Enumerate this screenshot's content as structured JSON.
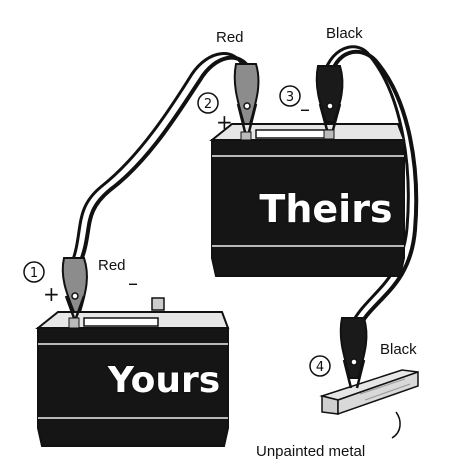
{
  "labels": {
    "red_top": "Red",
    "black_top": "Black",
    "red_left": "Red",
    "black_bottom": "Black",
    "unpainted_metal": "Unpainted metal"
  },
  "batteries": {
    "yours": "Yours",
    "theirs": "Theirs"
  },
  "steps": [
    "1",
    "2",
    "3",
    "4"
  ],
  "terminal_symbols": {
    "plus": "+",
    "minus": "–"
  },
  "colors": {
    "red_clamp": "#8c8c8c",
    "black_clamp": "#1a1a1a",
    "battery_body": "#151515",
    "battery_top": "#d9d9d9"
  }
}
